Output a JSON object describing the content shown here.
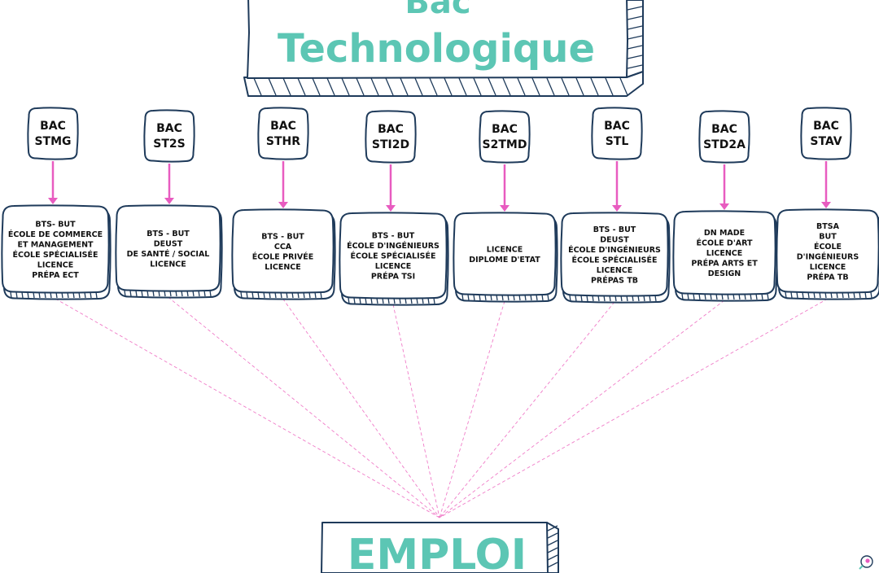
{
  "title": {
    "line1": "Bac",
    "line2": "Technologique"
  },
  "tracks": [
    {
      "bac": [
        "BAC",
        "STMG"
      ],
      "outcomes": [
        "BTS- BUT",
        "ÉCOLE DE COMMERCE",
        "ET MANAGEMENT",
        "ÉCOLE SPÉCIALISÉE",
        "LICENCE",
        "PRÉPA ECT"
      ]
    },
    {
      "bac": [
        "BAC",
        "ST2S"
      ],
      "outcomes": [
        "BTS - BUT",
        "DEUST",
        "DE SANTÉ / SOCIAL",
        "LICENCE"
      ]
    },
    {
      "bac": [
        "BAC",
        "STHR"
      ],
      "outcomes": [
        "BTS - BUT",
        "CCA",
        "ÉCOLE PRIVÉE",
        "LICENCE"
      ]
    },
    {
      "bac": [
        "BAC",
        "STI2D"
      ],
      "outcomes": [
        "BTS - BUT",
        "ÉCOLE D'INGÉNIEURS",
        "ÉCOLE SPÉCIALISÉE",
        "LICENCE",
        "PRÉPA TSI"
      ]
    },
    {
      "bac": [
        "BAC",
        "S2TMD"
      ],
      "outcomes": [
        "LICENCE",
        "DIPLOME D'ETAT"
      ]
    },
    {
      "bac": [
        "BAC",
        "STL"
      ],
      "outcomes": [
        "BTS - BUT",
        "DEUST",
        "ÉCOLE D'INGÉNIEURS",
        "ÉCOLE SPÉCIALISÉE",
        "LICENCE",
        "PRÉPAS TB"
      ]
    },
    {
      "bac": [
        "BAC",
        "STD2A"
      ],
      "outcomes": [
        "DN MADE",
        "ÉCOLE D'ART",
        "LICENCE",
        "PRÉPA ARTS ET",
        "DESIGN"
      ]
    },
    {
      "bac": [
        "BAC",
        "STAV"
      ],
      "outcomes": [
        "BTSA",
        "BUT",
        "ÉCOLE",
        "D'INGÉNIEURS",
        "LICENCE",
        "PRÉPA TB"
      ]
    }
  ],
  "destination": {
    "label": "EMPLOI"
  },
  "colors": {
    "title": "#5cc6b4",
    "outline": "#1e3a5a",
    "arrow": "#e85cc0",
    "dashed_lines": "#f07cc8"
  },
  "icons": {
    "corner": "rocket-logo-icon"
  }
}
